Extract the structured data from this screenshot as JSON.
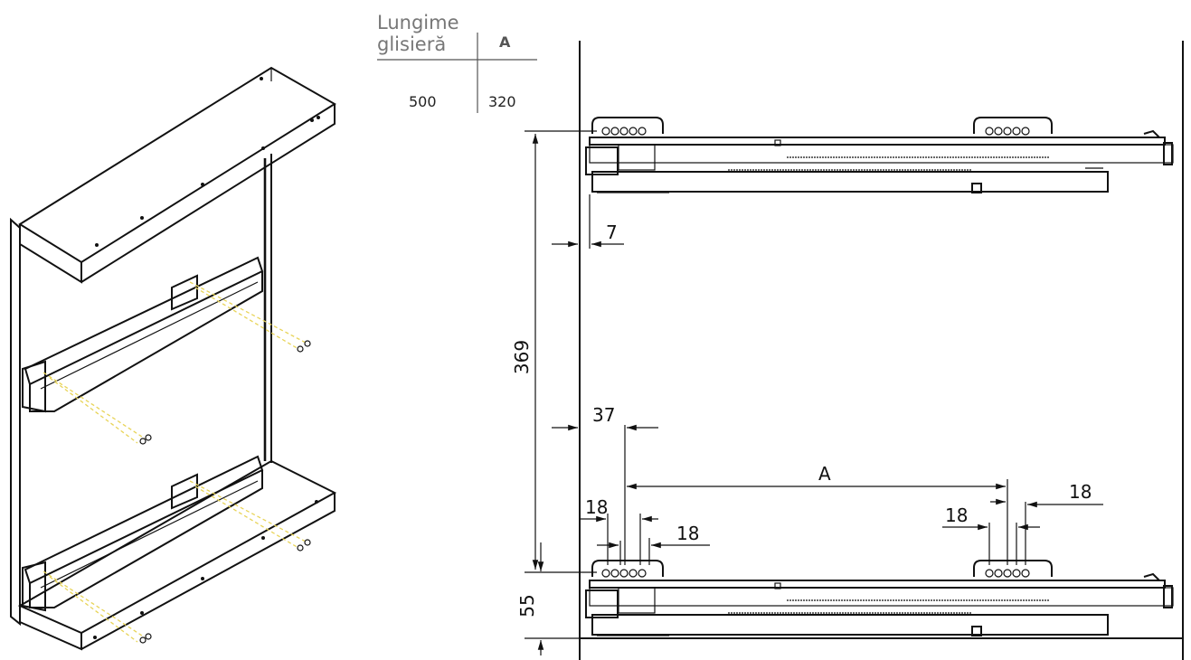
{
  "table": {
    "header_line1": "Lungime",
    "header_line2": "glisieră",
    "col_a": "A",
    "rows": [
      {
        "length": "500",
        "a": "320"
      }
    ]
  },
  "dimensions": {
    "cabinet_height_between_rails": "369",
    "bottom_offset": "55",
    "side_offset": "7",
    "front_offset": "37",
    "hole_spacing_a": "A",
    "hole_pitch_left_1": "18",
    "hole_pitch_left_2": "18",
    "hole_pitch_right_1": "18",
    "hole_pitch_right_2": "18"
  },
  "colors": {
    "line": "#111111",
    "screw_guide": "#e8d458",
    "table_header": "#777777"
  }
}
